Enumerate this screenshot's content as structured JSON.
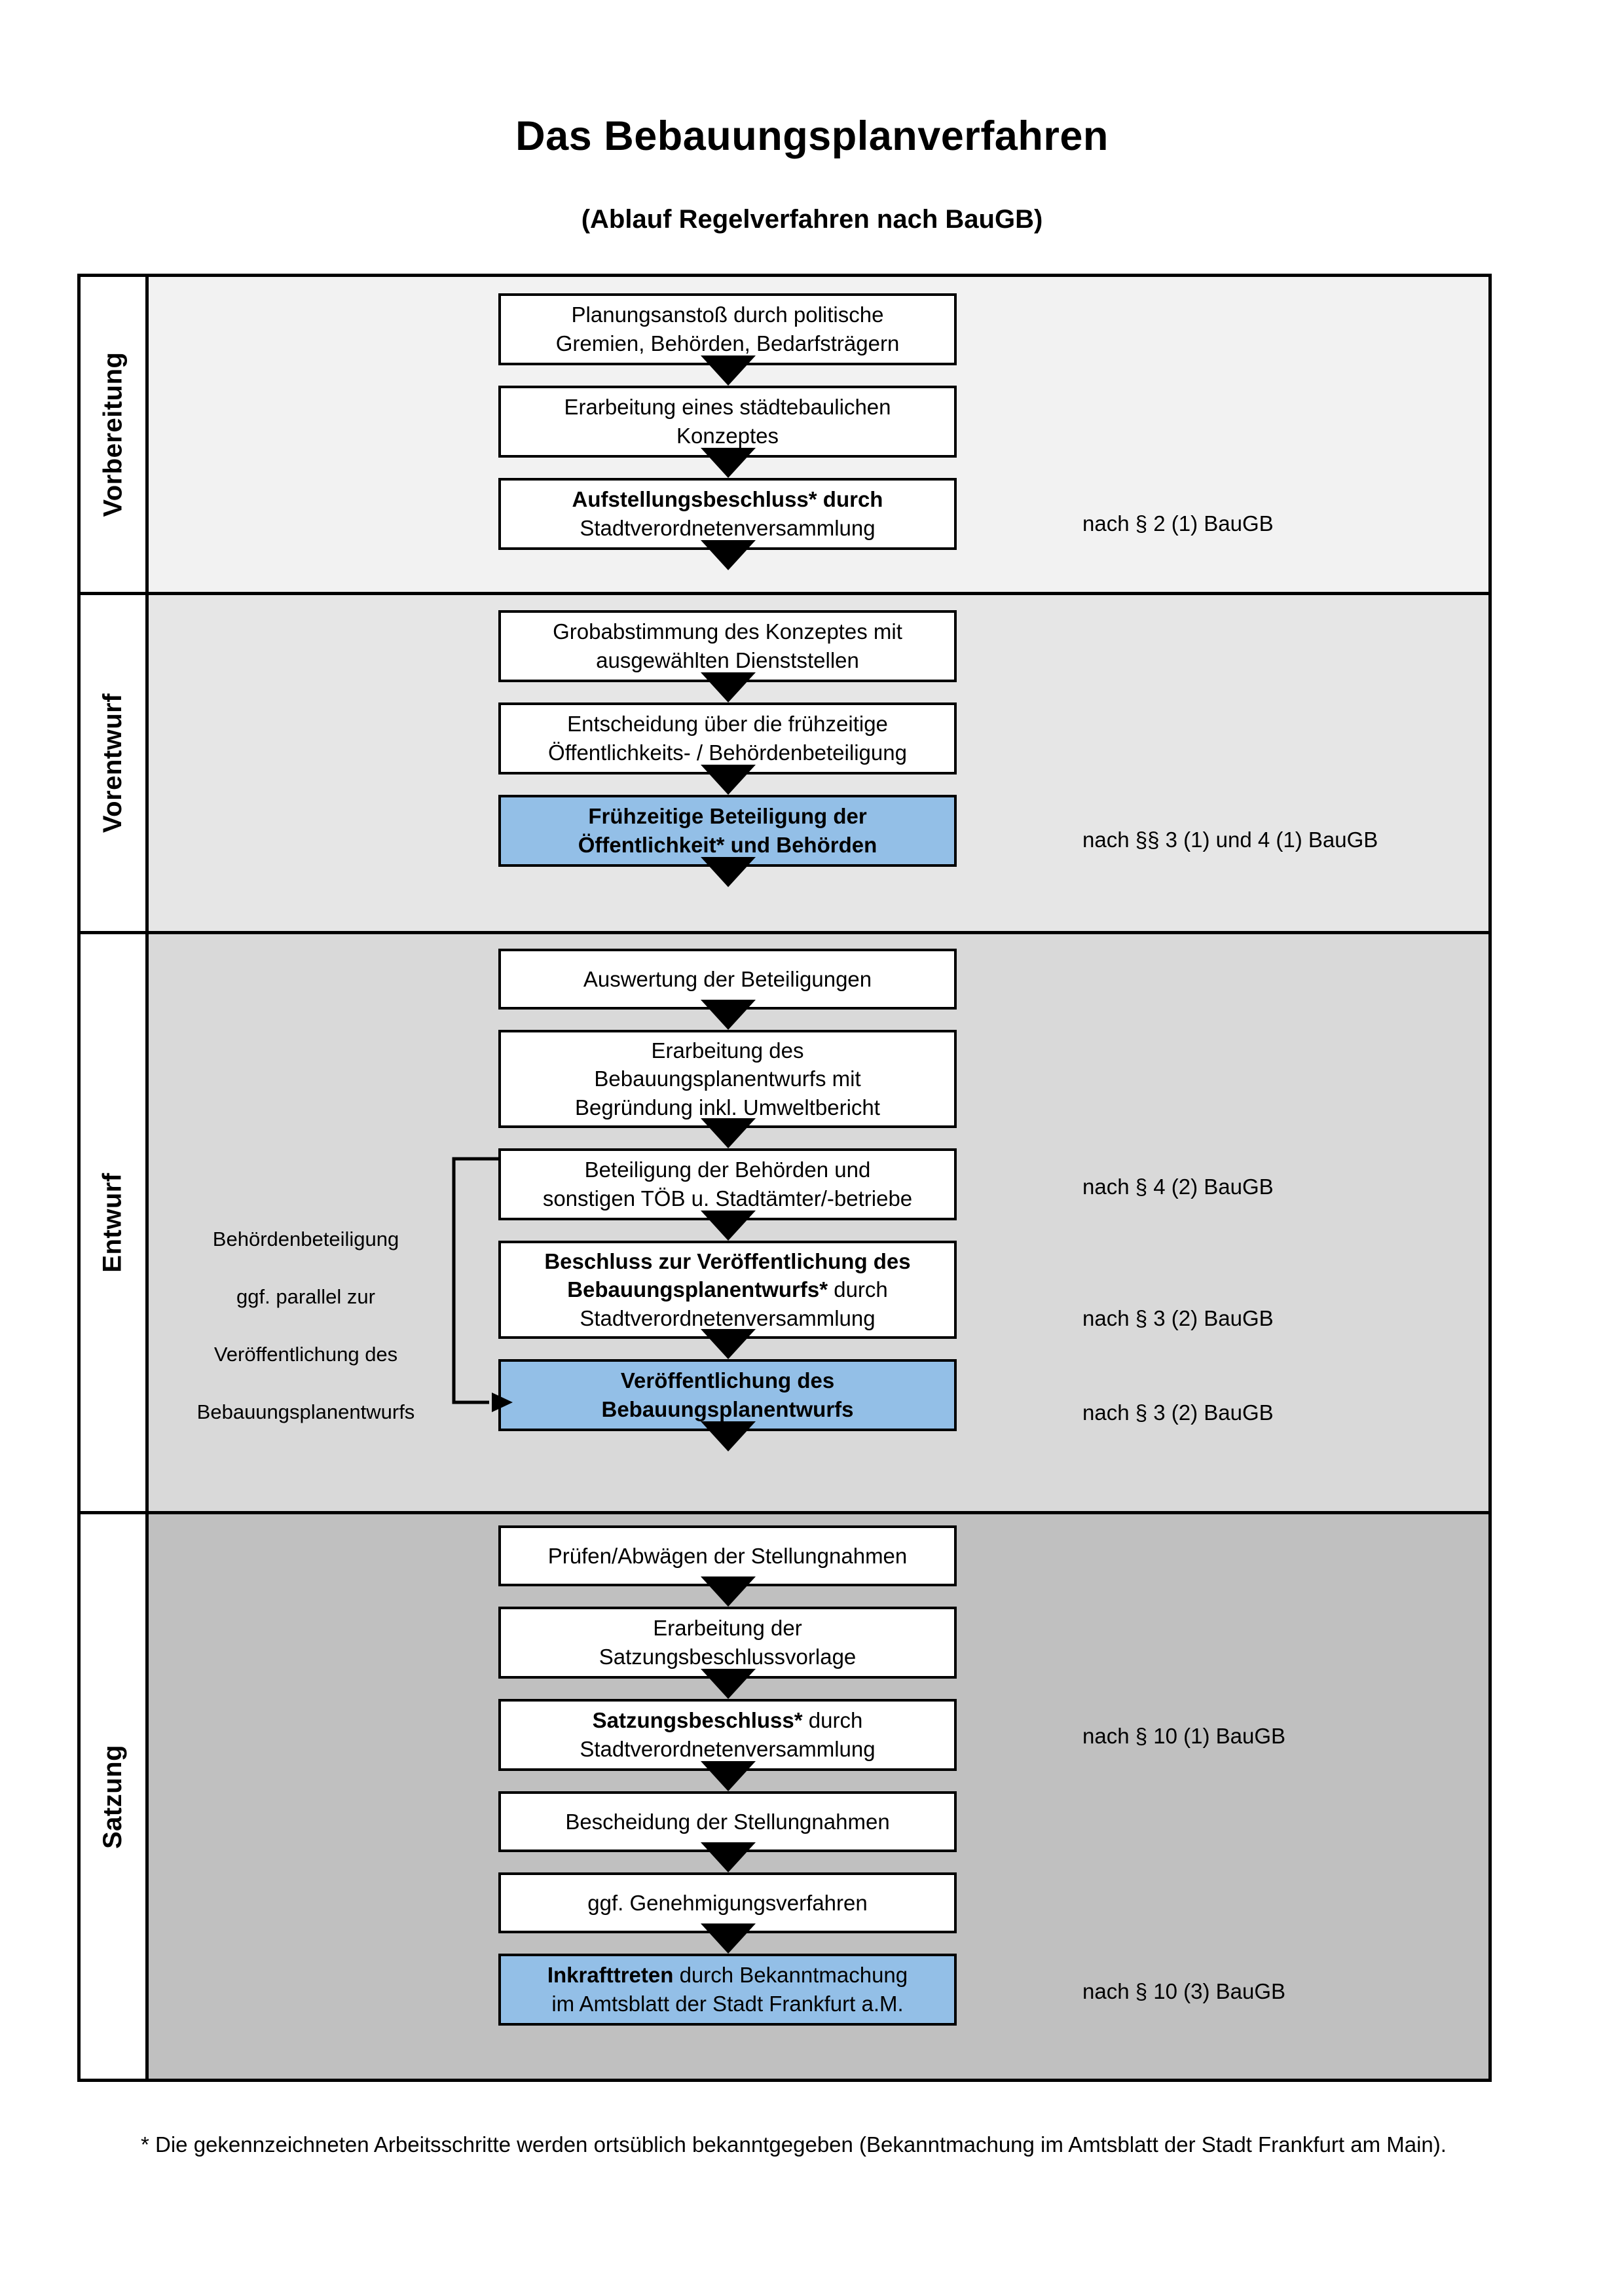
{
  "document": {
    "title": "Das Bebauungsplanverfahren",
    "subtitle": "(Ablauf Regelverfahren nach BauGB)",
    "footnote": "* Die gekennzeichneten Arbeitsschritte werden ortsüblich bekanntgegeben (Bekanntmachung im Amtsblatt  der Stadt Frankfurt am Main)."
  },
  "colors": {
    "highlight_box": "#93bfe7",
    "phase_1_bg": "#f2f2f2",
    "phase_2_bg": "#e6e6e6",
    "phase_3_bg": "#d9d9d9",
    "phase_4_bg": "#c0c0c0",
    "border": "#000000"
  },
  "phases": [
    {
      "label": "Vorbereitung",
      "background": "#f2f2f2",
      "steps": [
        {
          "text": "Planungsanstoß durch politische Gremien, Behörden, Bedarfsträgern",
          "bold_prefix": "",
          "highlight": false
        },
        {
          "text": "Erarbeitung eines städtebaulichen Konzeptes",
          "bold_prefix": "",
          "highlight": false
        },
        {
          "text": "Stadtverordnetenversammlung",
          "bold_prefix": "Aufstellungsbeschluss* durch",
          "highlight": false
        }
      ],
      "law_refs": [
        {
          "text": "nach § 2 (1) BauGB"
        }
      ]
    },
    {
      "label": "Vorentwurf",
      "background": "#e6e6e6",
      "steps": [
        {
          "text": "Grobabstimmung des Konzeptes mit ausgewählten Dienststellen",
          "bold_prefix": "",
          "highlight": false
        },
        {
          "text": "Entscheidung über die frühzeitige Öffentlichkeits- / Behördenbeteiligung",
          "bold_prefix": "",
          "highlight": false
        },
        {
          "text": "",
          "bold_prefix": "Frühzeitige Beteiligung der Öffentlichkeit* und Behörden",
          "highlight": true
        }
      ],
      "law_refs": [
        {
          "text": "nach §§ 3 (1) und 4 (1) BauGB"
        }
      ]
    },
    {
      "label": "Entwurf",
      "background": "#d9d9d9",
      "sidenote": "Behördenbeteiligung\nggf. parallel zur\nVeröffentlichung des\nBebauungsplanentwurfs",
      "steps": [
        {
          "text": "Auswertung der Beteiligungen",
          "bold_prefix": "",
          "highlight": false
        },
        {
          "text": "Erarbeitung des Bebauungsplanentwurfs mit Begründung inkl. Umweltbericht",
          "bold_prefix": "",
          "highlight": false
        },
        {
          "text": "Beteiligung der Behörden und sonstigen TÖB u. Stadtämter/-betriebe",
          "bold_prefix": "",
          "highlight": false
        },
        {
          "text": "Stadtverordnetenversammlung",
          "bold_prefix": "Beschluss zur Veröffentlichung des Bebauungsplanentwurfs* durch",
          "highlight": false
        },
        {
          "text": "",
          "bold_prefix": "Veröffentlichung des Bebauungsplanentwurfs",
          "highlight": true
        }
      ],
      "law_refs": [
        {
          "text": "nach § 4 (2) BauGB"
        },
        {
          "text": "nach § 3 (2) BauGB"
        },
        {
          "text": "nach § 3 (2) BauGB"
        }
      ]
    },
    {
      "label": "Satzung",
      "background": "#c0c0c0",
      "steps": [
        {
          "text": "Prüfen/Abwägen der Stellungnahmen",
          "bold_prefix": "",
          "highlight": false
        },
        {
          "text": "Erarbeitung der Satzungsbeschlussvorlage",
          "bold_prefix": "",
          "highlight": false
        },
        {
          "text": "Stadtverordnetenversammlung",
          "bold_prefix": "Satzungsbeschluss* durch",
          "highlight": false
        },
        {
          "text": "Bescheidung der Stellungnahmen",
          "bold_prefix": "",
          "highlight": false
        },
        {
          "text": "ggf. Genehmigungsverfahren",
          "bold_prefix": "",
          "highlight": false
        },
        {
          "text": "durch Bekanntmachung im Amtsblatt der Stadt Frankfurt a.M.",
          "bold_prefix": "Inkrafttreten",
          "highlight": true,
          "inline_bold": true
        }
      ],
      "law_refs": [
        {
          "text": "nach § 10 (1) BauGB"
        },
        {
          "text": "nach § 10 (3) BauGB"
        }
      ]
    }
  ],
  "nodes": {
    "n1": {
      "line1": "Planungsanstoß durch politische",
      "line2": "Gremien, Behörden, Bedarfsträgern"
    },
    "n2": {
      "line1": "Erarbeitung eines städtebaulichen",
      "line2": "Konzeptes"
    },
    "n3": {
      "line1": "Aufstellungsbeschluss* durch",
      "line2": "Stadtverordnetenversammlung"
    },
    "n4": {
      "line1": "Grobabstimmung des Konzeptes mit",
      "line2": "ausgewählten Dienststellen"
    },
    "n5": {
      "line1": "Entscheidung über die frühzeitige",
      "line2": "Öffentlichkeits- / Behördenbeteiligung"
    },
    "n6": {
      "line1": "Frühzeitige Beteiligung der",
      "line2": "Öffentlichkeit* und Behörden"
    },
    "n7": {
      "line1": "Auswertung der Beteiligungen"
    },
    "n8": {
      "line1": "Erarbeitung des",
      "line2": "Bebauungsplanentwurfs mit",
      "line3": "Begründung inkl. Umweltbericht"
    },
    "n9": {
      "line1": "Beteiligung der Behörden und",
      "line2": "sonstigen TÖB u. Stadtämter/-betriebe"
    },
    "n10": {
      "line1": "Beschluss zur Veröffentlichung des",
      "line2a": "Bebauungsplanentwurfs*",
      "line2b": " durch",
      "line3": "Stadtverordnetenversammlung"
    },
    "n11": {
      "line1": "Veröffentlichung des",
      "line2": "Bebauungsplanentwurfs"
    },
    "n12": {
      "line1": "Prüfen/Abwägen der Stellungnahmen"
    },
    "n13": {
      "line1": "Erarbeitung der",
      "line2": "Satzungsbeschlussvorlage"
    },
    "n14": {
      "line1a": "Satzungsbeschluss*",
      "line1b": " durch",
      "line2": "Stadtverordnetenversammlung"
    },
    "n15": {
      "line1": "Bescheidung der Stellungnahmen"
    },
    "n16": {
      "line1": "ggf. Genehmigungsverfahren"
    },
    "n17": {
      "line1a": "Inkrafttreten",
      "line1b": " durch Bekanntmachung",
      "line2": "im Amtsblatt der Stadt Frankfurt a.M."
    }
  },
  "sidenote": {
    "l1": "Behördenbeteiligung",
    "l2": "ggf. parallel zur",
    "l3": "Veröffentlichung des",
    "l4": "Bebauungsplanentwurfs"
  },
  "law_refs": {
    "r1": "nach § 2 (1) BauGB",
    "r2": "nach §§ 3 (1) und 4 (1) BauGB",
    "r3": "nach § 4 (2) BauGB",
    "r4": "nach § 3 (2) BauGB",
    "r5": "nach § 3 (2) BauGB",
    "r6": "nach § 10 (1) BauGB",
    "r7": "nach § 10 (3) BauGB"
  },
  "phase_labels": {
    "p1": "Vorbereitung",
    "p2": "Vorentwurf",
    "p3": "Entwurf",
    "p4": "Satzung"
  }
}
